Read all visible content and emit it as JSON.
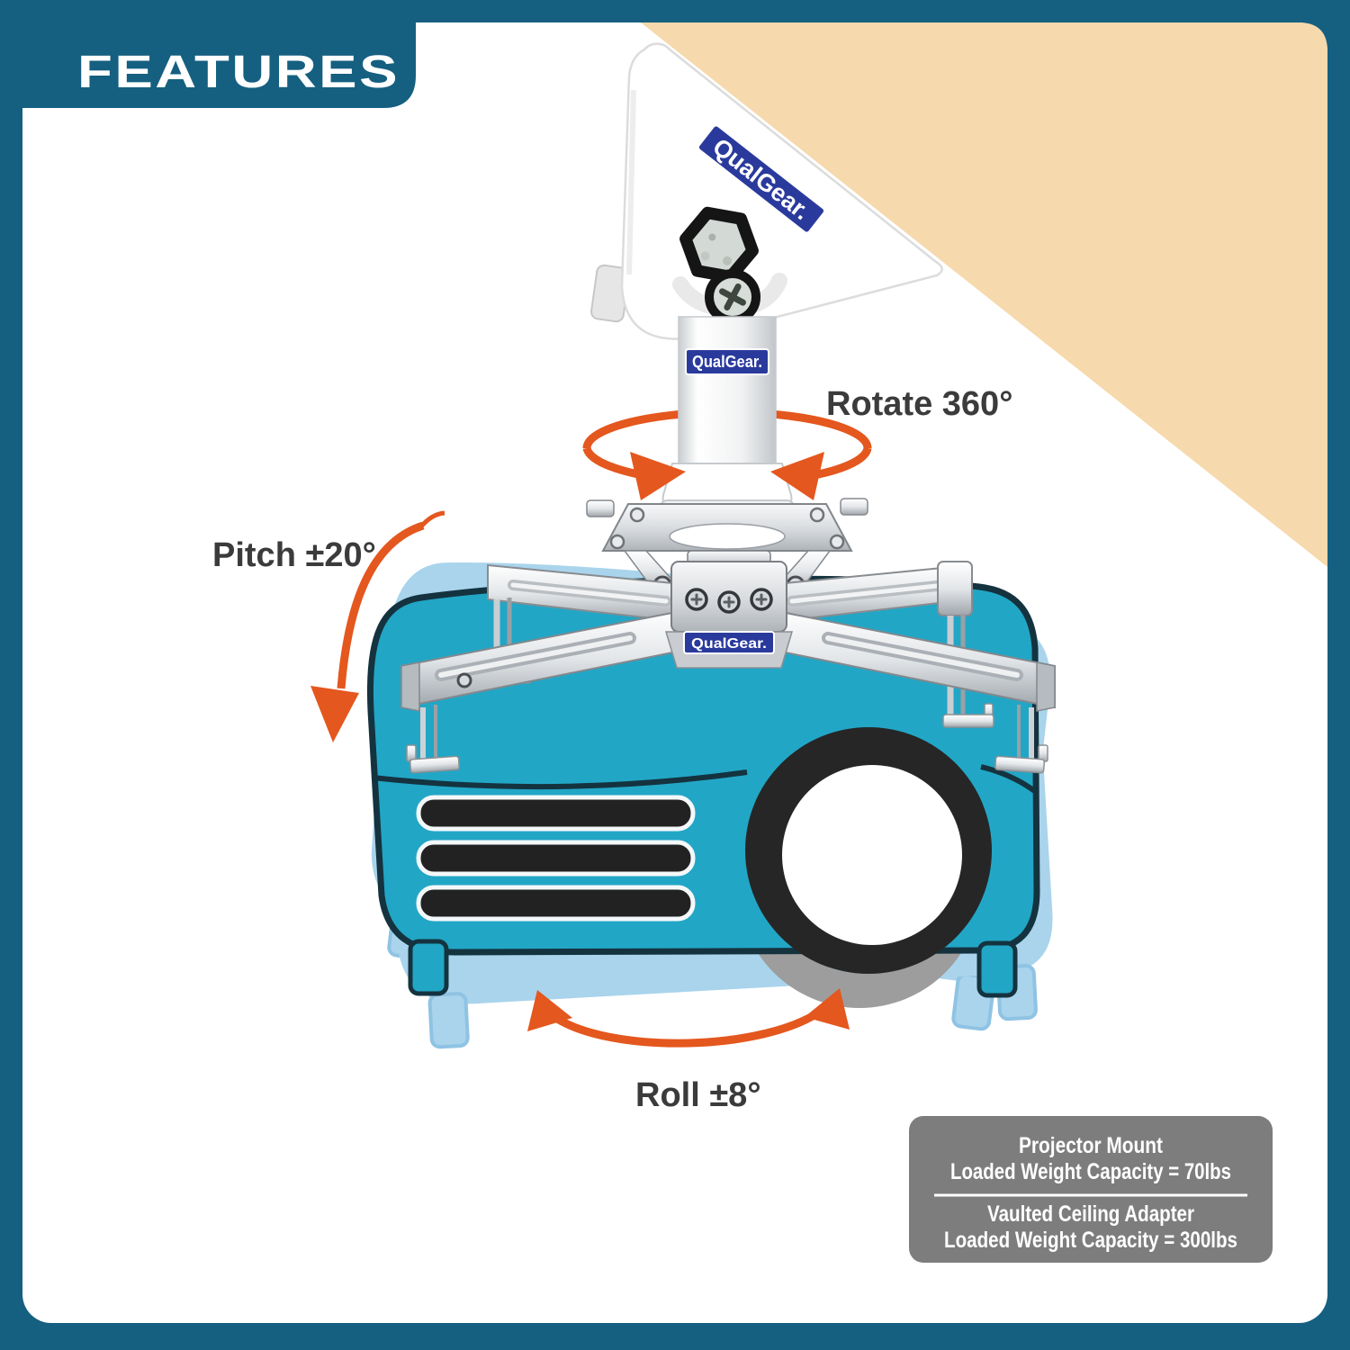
{
  "header": {
    "title": "FEATURES"
  },
  "brand": {
    "label": "QualGear."
  },
  "annotations": {
    "rotate": "Rotate 360°",
    "pitch": "Pitch ±20°",
    "roll": "Roll ±8°"
  },
  "spec_box": {
    "line1": "Projector Mount",
    "line2": "Loaded Weight Capacity = 70lbs",
    "line3": "Vaulted Ceiling Adapter",
    "line4": "Loaded Weight Capacity = 300lbs"
  },
  "colors": {
    "frame_teal": "#155f80",
    "canvas_white": "#ffffff",
    "corner_tan": "#f6d9ac",
    "arrow_orange": "#e4571e",
    "annotation_text": "#3b3b3b",
    "brand_navy": "#2a3a9c",
    "projector_teal": "#22a6c6",
    "projector_outline": "#14333f",
    "ghost_blue": "#a9d4ec",
    "ghost_gray": "#9d9d9d",
    "spec_box_gray": "#7d7d7d",
    "spec_box_text": "#ffffff"
  }
}
